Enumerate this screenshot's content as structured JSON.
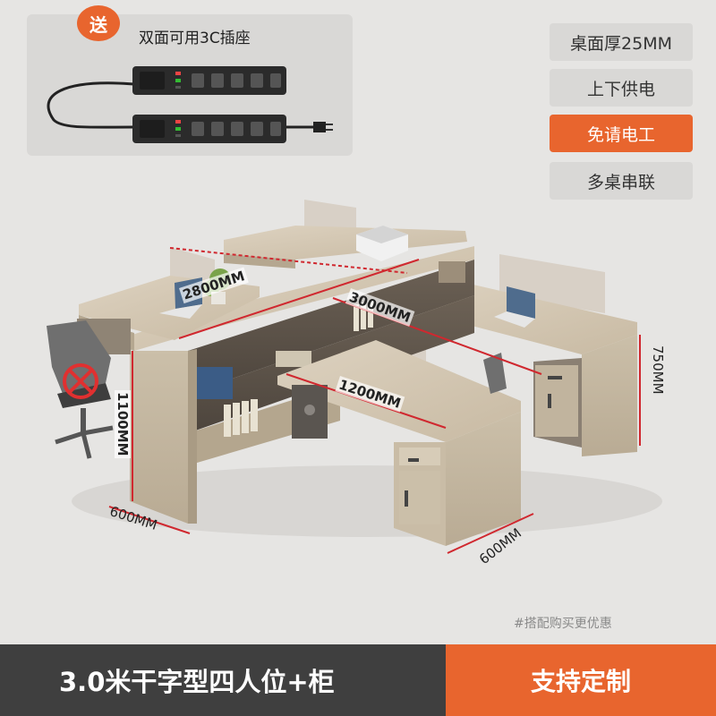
{
  "gift": {
    "badge": "送",
    "text": "双面可用3C插座"
  },
  "features": [
    {
      "label": "桌面厚25MM",
      "active": false
    },
    {
      "label": "上下供电",
      "active": false
    },
    {
      "label": "免请电工",
      "active": true
    },
    {
      "label": "多桌串联",
      "active": false
    }
  ],
  "dimensions": {
    "desk_depth_main": "2800MM",
    "total_length": "3000MM",
    "desk_width": "1200MM",
    "height_cabinet": "1100MM",
    "height_desk": "750MM",
    "depth_left": "600MM",
    "depth_right": "600MM"
  },
  "note": "#搭配购买更优惠",
  "bottom": {
    "title": "3.0米干字型四人位+柜",
    "cta": "支持定制"
  },
  "colors": {
    "accent": "#e8652e",
    "dark_bar": "#3f3f3f",
    "dimension_line": "#d0282f"
  }
}
